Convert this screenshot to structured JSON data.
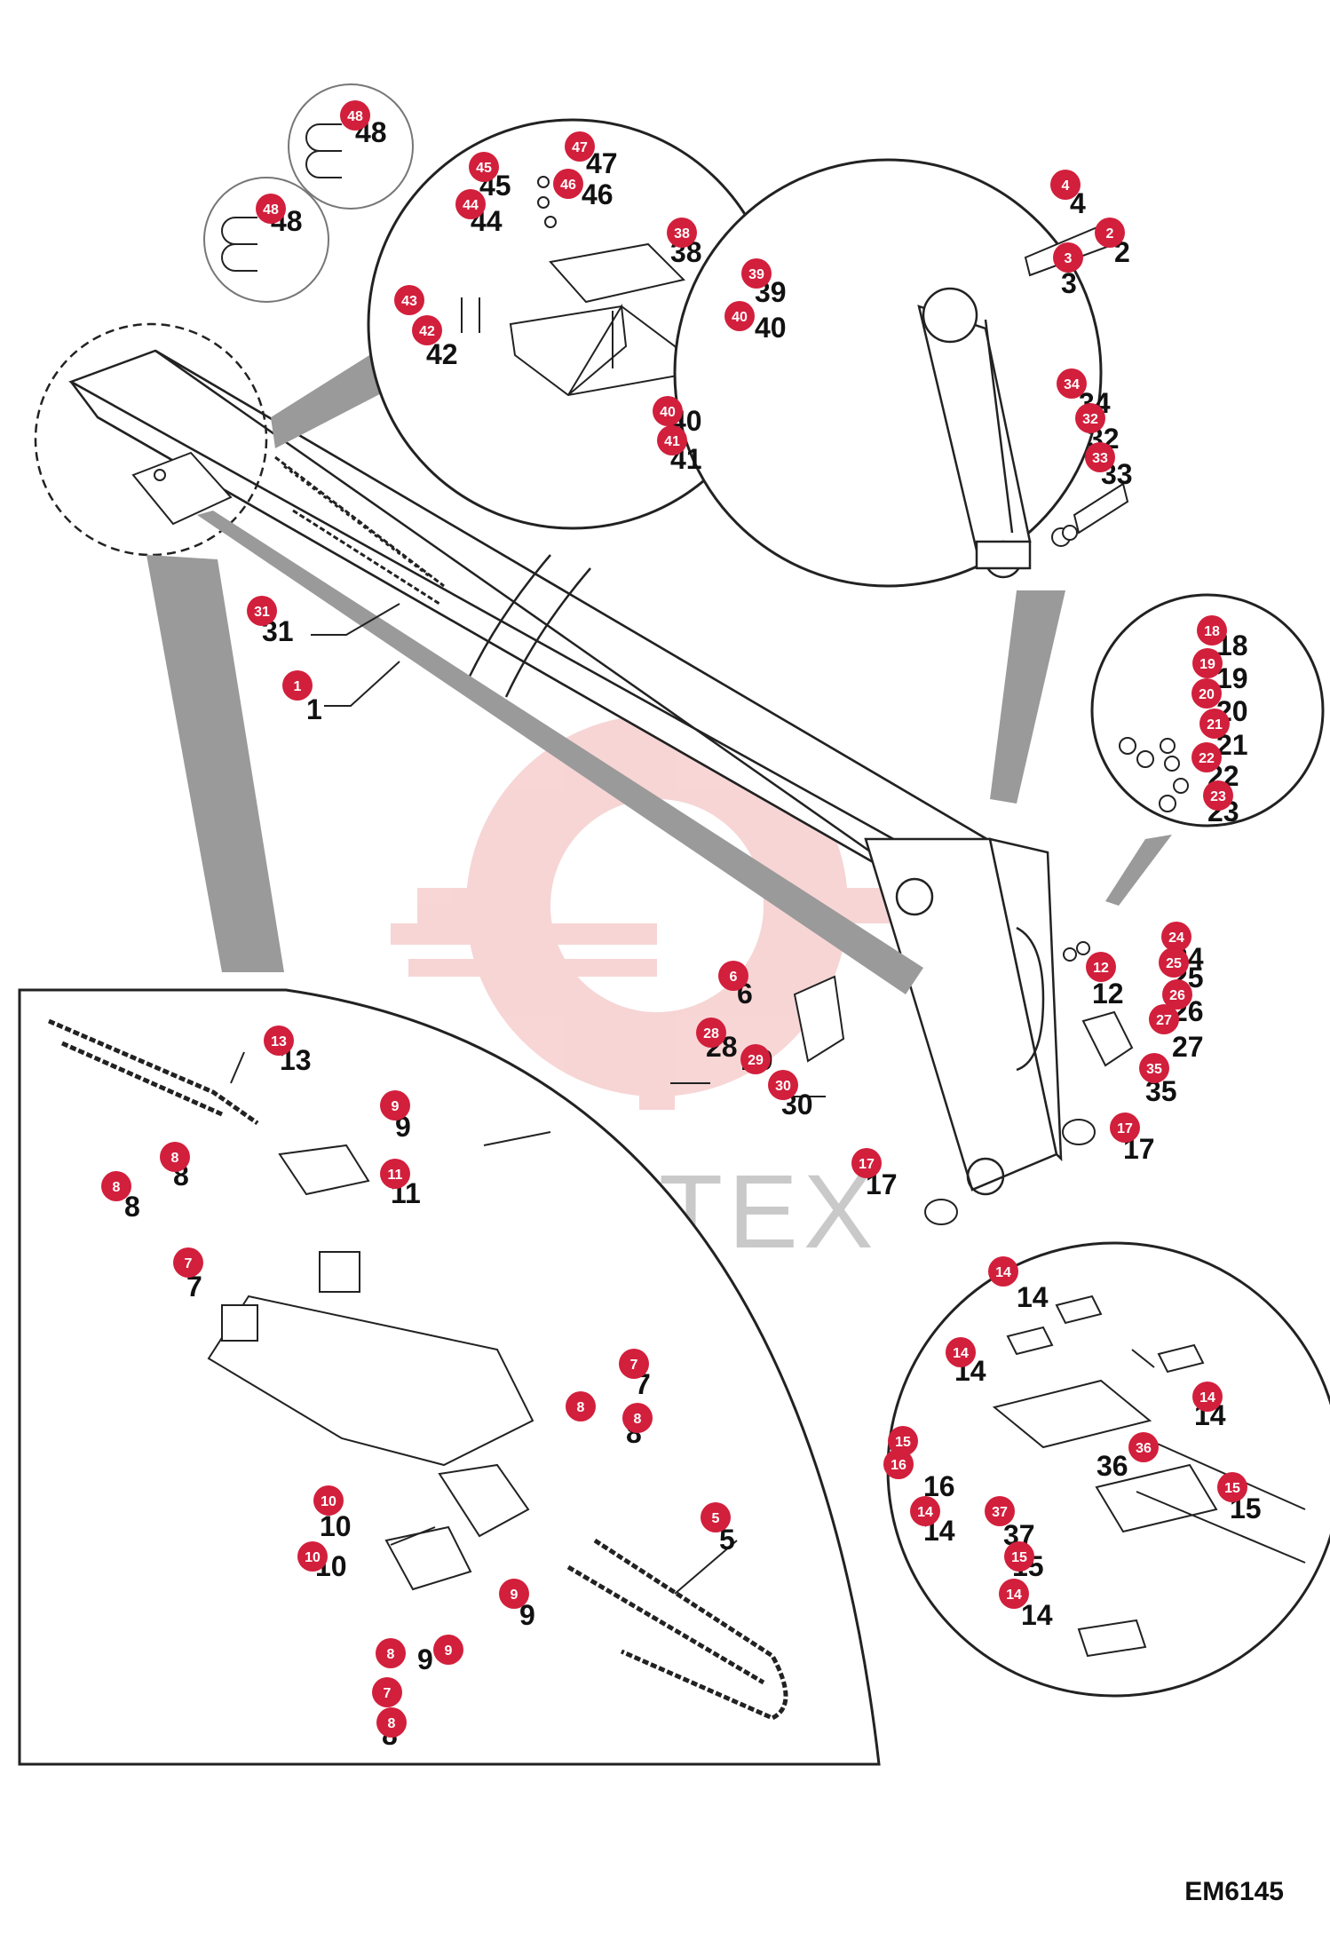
{
  "document": {
    "code": "EM6145",
    "watermark": "ИНТЕХ"
  },
  "colors": {
    "callout_fill": "#d21f3c",
    "callout_text": "#ffffff",
    "line": "#222222",
    "watermark_logo": "#f2b4b4"
  },
  "callouts": [
    {
      "id": "c48a",
      "label": "48"
    },
    {
      "id": "c48b",
      "label": "48"
    },
    {
      "id": "c47",
      "label": "47"
    },
    {
      "id": "c45",
      "label": "45"
    },
    {
      "id": "c46",
      "label": "46"
    },
    {
      "id": "c44",
      "label": "44"
    },
    {
      "id": "c38",
      "label": "38"
    },
    {
      "id": "c39",
      "label": "39"
    },
    {
      "id": "c40a",
      "label": "40"
    },
    {
      "id": "c43",
      "label": "43"
    },
    {
      "id": "c42",
      "label": "42"
    },
    {
      "id": "c40b",
      "label": "40"
    },
    {
      "id": "c41",
      "label": "41"
    },
    {
      "id": "c4",
      "label": "4"
    },
    {
      "id": "c2",
      "label": "2"
    },
    {
      "id": "c3",
      "label": "3"
    },
    {
      "id": "c34",
      "label": "34"
    },
    {
      "id": "c32",
      "label": "32"
    },
    {
      "id": "c33",
      "label": "33"
    },
    {
      "id": "c31",
      "label": "31"
    },
    {
      "id": "c1",
      "label": "1"
    },
    {
      "id": "c18",
      "label": "18"
    },
    {
      "id": "c19",
      "label": "19"
    },
    {
      "id": "c20",
      "label": "20"
    },
    {
      "id": "c21",
      "label": "21"
    },
    {
      "id": "c22",
      "label": "22"
    },
    {
      "id": "c23",
      "label": "23"
    },
    {
      "id": "c24",
      "label": "24"
    },
    {
      "id": "c25",
      "label": "25"
    },
    {
      "id": "c12",
      "label": "12"
    },
    {
      "id": "c26",
      "label": "26"
    },
    {
      "id": "c27",
      "label": "27"
    },
    {
      "id": "c35",
      "label": "35"
    },
    {
      "id": "c6",
      "label": "6"
    },
    {
      "id": "c28",
      "label": "28"
    },
    {
      "id": "c29",
      "label": "29"
    },
    {
      "id": "c30",
      "label": "30"
    },
    {
      "id": "c17a",
      "label": "17"
    },
    {
      "id": "c17b",
      "label": "17"
    },
    {
      "id": "c13",
      "label": "13"
    },
    {
      "id": "c9a",
      "label": "9"
    },
    {
      "id": "c8a",
      "label": "8"
    },
    {
      "id": "c8b",
      "label": "8"
    },
    {
      "id": "c11",
      "label": "11"
    },
    {
      "id": "c7a",
      "label": "7"
    },
    {
      "id": "c7b",
      "label": "7"
    },
    {
      "id": "c8c",
      "label": "8"
    },
    {
      "id": "c8d",
      "label": "8"
    },
    {
      "id": "c10a",
      "label": "10"
    },
    {
      "id": "c10b",
      "label": "10"
    },
    {
      "id": "c5",
      "label": "5"
    },
    {
      "id": "c9b",
      "label": "9"
    },
    {
      "id": "c8e",
      "label": "8"
    },
    {
      "id": "c9c",
      "label": "9"
    },
    {
      "id": "c7c",
      "label": "7"
    },
    {
      "id": "c8f",
      "label": "8"
    },
    {
      "id": "c14a",
      "label": "14"
    },
    {
      "id": "c14b",
      "label": "14"
    },
    {
      "id": "c14c",
      "label": "14"
    },
    {
      "id": "c15a",
      "label": "15"
    },
    {
      "id": "c16",
      "label": "16"
    },
    {
      "id": "c36",
      "label": "36"
    },
    {
      "id": "c15b",
      "label": "15"
    },
    {
      "id": "c14d",
      "label": "14"
    },
    {
      "id": "c37",
      "label": "37"
    },
    {
      "id": "c15c",
      "label": "15"
    },
    {
      "id": "c14e",
      "label": "14"
    }
  ],
  "printed_labels": [
    {
      "id": "t48a",
      "text": "48"
    },
    {
      "id": "t48b",
      "text": "48"
    },
    {
      "id": "t47",
      "text": "47"
    },
    {
      "id": "t45",
      "text": "45"
    },
    {
      "id": "t46",
      "text": "46"
    },
    {
      "id": "t44",
      "text": "44"
    },
    {
      "id": "t38",
      "text": "38"
    },
    {
      "id": "t39",
      "text": "39"
    },
    {
      "id": "t40a",
      "text": "40"
    },
    {
      "id": "t42",
      "text": "42"
    },
    {
      "id": "t40b",
      "text": "40"
    },
    {
      "id": "t41",
      "text": "41"
    },
    {
      "id": "t4",
      "text": "4"
    },
    {
      "id": "t2",
      "text": "2"
    },
    {
      "id": "t3",
      "text": "3"
    },
    {
      "id": "t34",
      "text": "34"
    },
    {
      "id": "t32",
      "text": "32"
    },
    {
      "id": "t33",
      "text": "33"
    },
    {
      "id": "t31",
      "text": "31"
    },
    {
      "id": "t1",
      "text": "1"
    },
    {
      "id": "t18",
      "text": "18"
    },
    {
      "id": "t19",
      "text": "19"
    },
    {
      "id": "t20",
      "text": "20"
    },
    {
      "id": "t21",
      "text": "21"
    },
    {
      "id": "t22",
      "text": "22"
    },
    {
      "id": "t23",
      "text": "23"
    },
    {
      "id": "t24",
      "text": "24"
    },
    {
      "id": "t25",
      "text": "25"
    },
    {
      "id": "t12",
      "text": "12"
    },
    {
      "id": "t26",
      "text": "26"
    },
    {
      "id": "t27",
      "text": "27"
    },
    {
      "id": "t35",
      "text": "35"
    },
    {
      "id": "t6",
      "text": "6"
    },
    {
      "id": "t28",
      "text": "28"
    },
    {
      "id": "t29",
      "text": "29"
    },
    {
      "id": "t30",
      "text": "30"
    },
    {
      "id": "t17a",
      "text": "17"
    },
    {
      "id": "t17b",
      "text": "17"
    },
    {
      "id": "t13",
      "text": "13"
    },
    {
      "id": "t9a",
      "text": "9"
    },
    {
      "id": "t8a",
      "text": "8"
    },
    {
      "id": "t8b",
      "text": "8"
    },
    {
      "id": "t11",
      "text": "11"
    },
    {
      "id": "t7a",
      "text": "7"
    },
    {
      "id": "t7b",
      "text": "7"
    },
    {
      "id": "t8c",
      "text": "8"
    },
    {
      "id": "t10a",
      "text": "10"
    },
    {
      "id": "t10b",
      "text": "10"
    },
    {
      "id": "t5",
      "text": "5"
    },
    {
      "id": "t9b",
      "text": "9"
    },
    {
      "id": "t8d",
      "text": "8"
    },
    {
      "id": "t9c",
      "text": "9"
    },
    {
      "id": "t7c",
      "text": "7"
    },
    {
      "id": "t8e",
      "text": "8"
    },
    {
      "id": "t14a",
      "text": "14"
    },
    {
      "id": "t14b",
      "text": "14"
    },
    {
      "id": "t14c",
      "text": "14"
    },
    {
      "id": "t15a",
      "text": "15"
    },
    {
      "id": "t16",
      "text": "16"
    },
    {
      "id": "t36",
      "text": "36"
    },
    {
      "id": "t14d",
      "text": "14"
    },
    {
      "id": "t37",
      "text": "37"
    },
    {
      "id": "t15b",
      "text": "15"
    },
    {
      "id": "t14e",
      "text": "14"
    }
  ]
}
